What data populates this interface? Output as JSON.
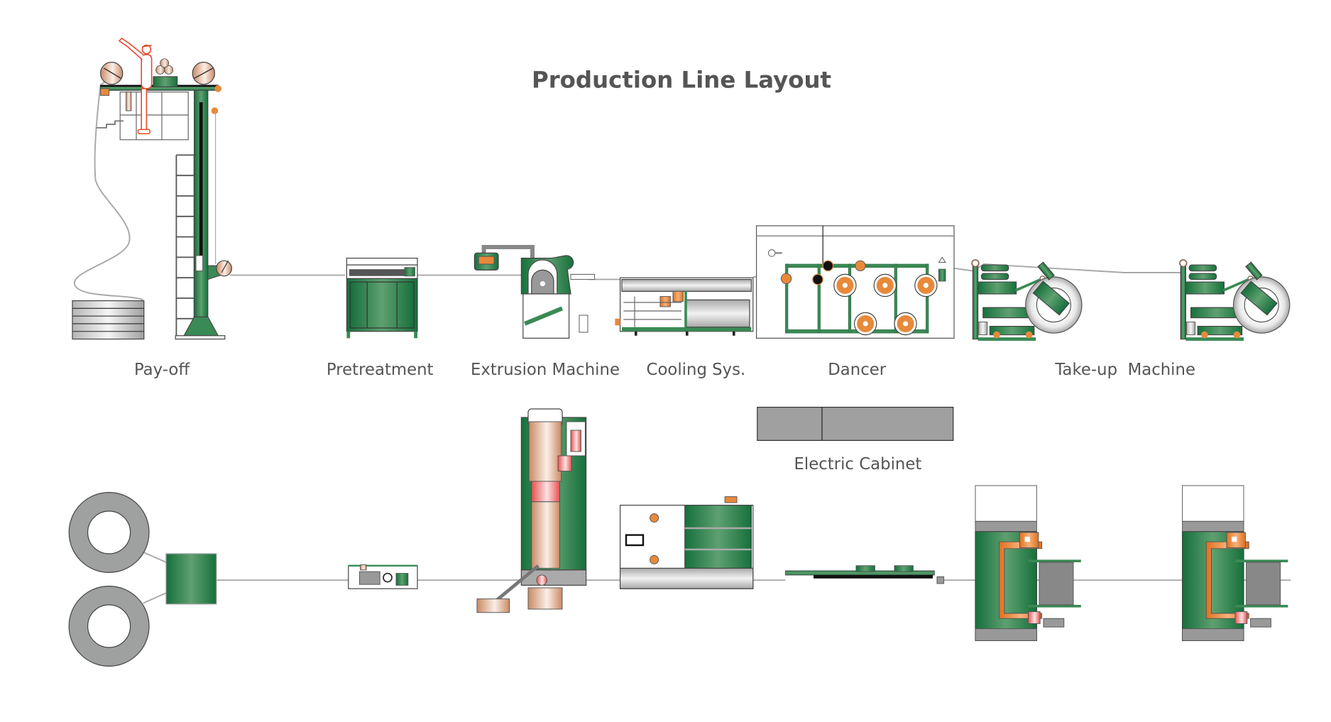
{
  "title": "Production Line Layout",
  "stations": [
    {
      "id": "payoff",
      "label": "Pay-off"
    },
    {
      "id": "pretreatment",
      "label": "Pretreatment"
    },
    {
      "id": "extrusion",
      "label": "Extrusion Machine"
    },
    {
      "id": "cooling",
      "label": "Cooling Sys."
    },
    {
      "id": "dancer",
      "label": "Dancer"
    },
    {
      "id": "takeup",
      "label": "Take-up  Machine"
    }
  ],
  "electric_cabinet": {
    "label": "Electric Cabinet"
  },
  "views": [
    "side-elevation",
    "top-plan"
  ],
  "colors": {
    "machine_green": "#2e7d4a",
    "accent_orange": "#e8893a",
    "copper": "#c98a66",
    "steel_gray": "#9fa0a0",
    "wire_gray": "#a8a8a8",
    "text_gray": "#555555",
    "operator_red": "#e8452a"
  }
}
